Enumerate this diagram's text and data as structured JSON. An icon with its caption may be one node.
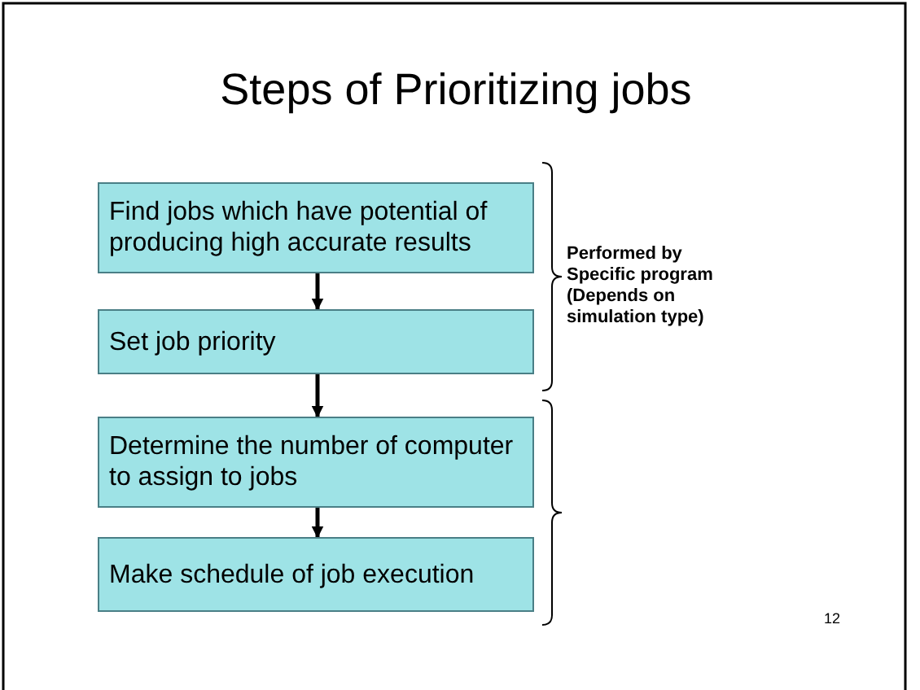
{
  "diagram": {
    "title": "Steps of Prioritizing jobs",
    "nodes": [
      {
        "text": [
          "Find jobs which have potential of producing high accurate results"
        ]
      },
      {
        "text": [
          "Set job priority"
        ]
      },
      {
        "text": [
          "Determine the number of computer to assign to jobs"
        ]
      },
      {
        "text": [
          "Make schedule of job execution"
        ]
      }
    ],
    "edges": [
      {
        "from": 0,
        "to": 1,
        "arrow": "to"
      },
      {
        "from": 1,
        "to": 2,
        "arrow": "to"
      },
      {
        "from": 2,
        "to": 3,
        "arrow": "to"
      }
    ],
    "labels": [
      "Performed by Specific program (Depends on simulation type)",
      "12"
    ]
  }
}
